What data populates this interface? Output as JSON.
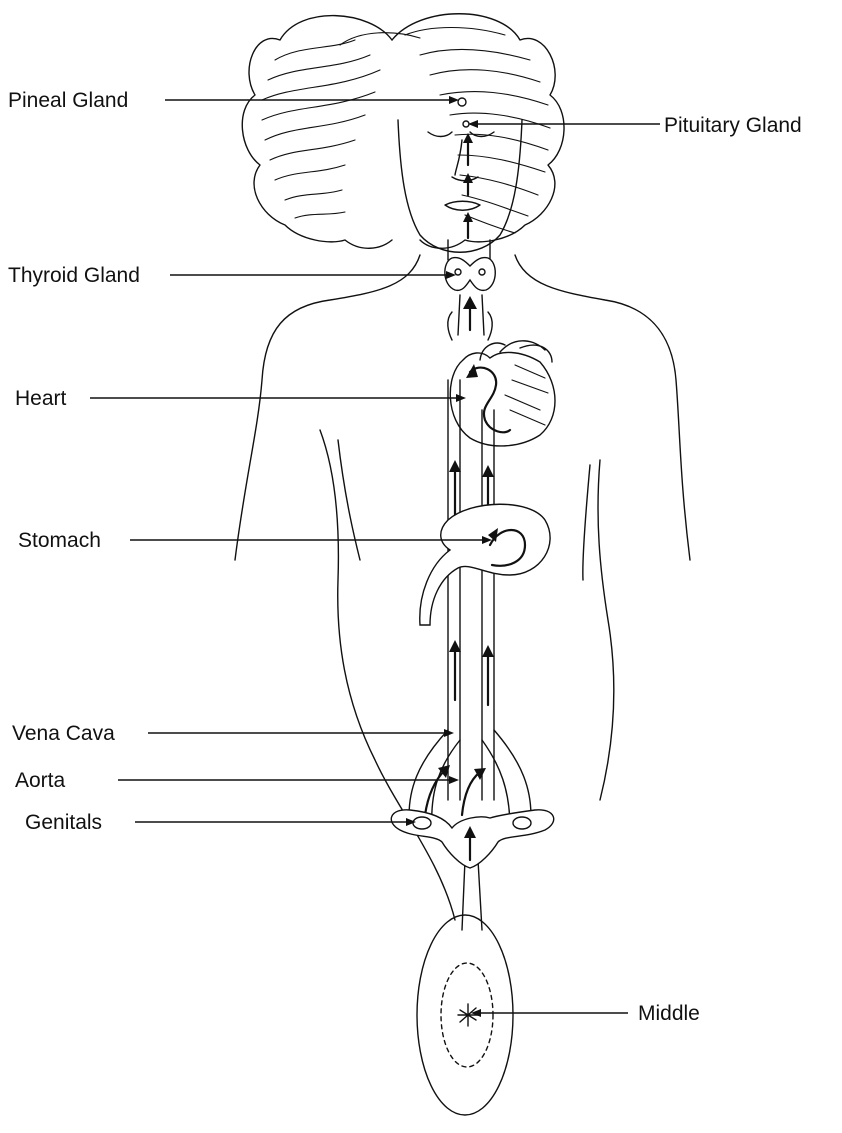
{
  "labels": {
    "pineal": "Pineal Gland",
    "pituitary": "Pituitary Gland",
    "thyroid": "Thyroid Gland",
    "heart": "Heart",
    "stomach": "Stomach",
    "vena_cava": "Vena Cava",
    "aorta": "Aorta",
    "genitals": "Genitals",
    "middle": "Middle"
  },
  "colors": {
    "ink": "#111111",
    "paper": "#ffffff"
  }
}
